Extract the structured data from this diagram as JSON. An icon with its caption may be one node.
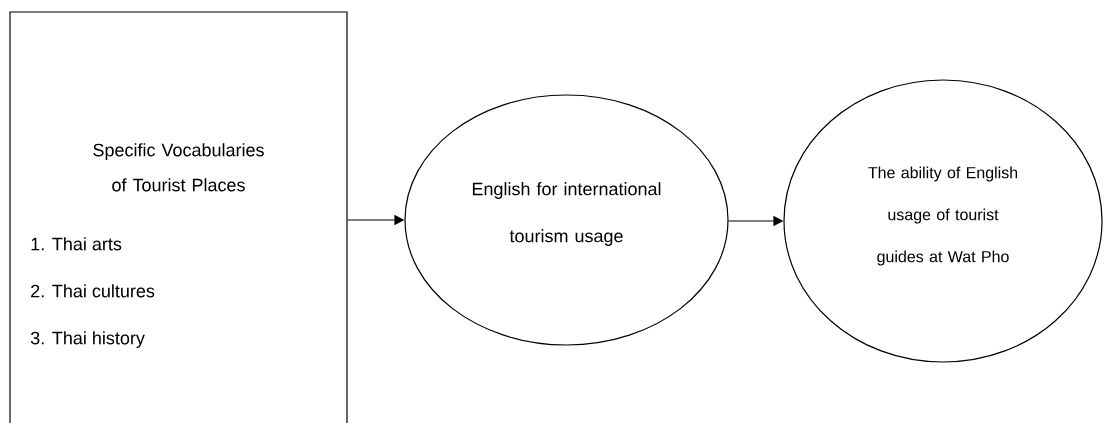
{
  "diagram": {
    "nodes": [
      {
        "text": [
          "Specific Vocabularies of Tourist Places",
          "1. Thai arts",
          "2. Thai cultures",
          "3. Thai history"
        ]
      },
      {
        "text": [
          "English for international tourism usage"
        ]
      },
      {
        "text": [
          "The ability of English usage of tourist guides at Wat Pho"
        ]
      }
    ],
    "edges": [
      {
        "from": 0,
        "to": 1,
        "arrow": "to"
      },
      {
        "from": 1,
        "to": 2,
        "arrow": "to"
      }
    ]
  }
}
